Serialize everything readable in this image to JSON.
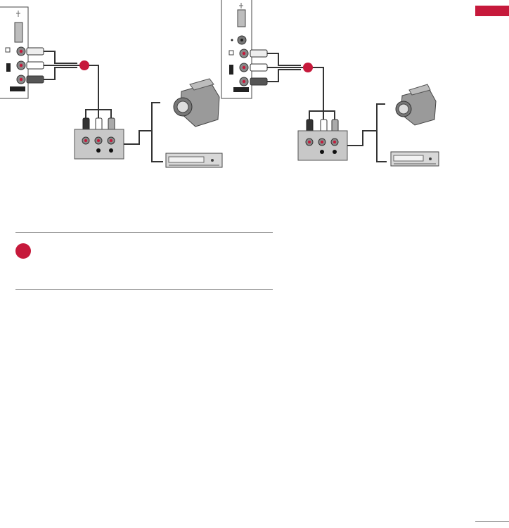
{
  "page": {
    "section_tab_color": "#c6193b",
    "accent_color": "#c6193b",
    "cable_color": "#333333",
    "panel_color": "#c8c8c8"
  },
  "diagrams": [
    {
      "tv_panel": {
        "ports": [
          "usb-port",
          "video-in-jack",
          "audio-l-jack",
          "audio-r-jack"
        ],
        "icons": [
          "usb-icon",
          "video-icon",
          "switch-icon"
        ]
      },
      "marker": "red-dot",
      "external_devices": [
        "camcorder-icon",
        "vcr-icon"
      ],
      "av_box_plugs": [
        "black-plug",
        "white-plug",
        "gray-plug"
      ]
    },
    {
      "tv_panel": {
        "ports": [
          "usb-port",
          "s-video-jack",
          "video-in-jack",
          "audio-l-jack",
          "audio-r-jack"
        ],
        "icons": [
          "usb-icon",
          "video-icon",
          "switch-icon"
        ]
      },
      "marker": "red-dot",
      "external_devices": [
        "camcorder-icon",
        "vcr-icon"
      ],
      "av_box_plugs": [
        "black-plug",
        "white-plug",
        "gray-plug"
      ]
    }
  ],
  "note": {
    "icon": "note-dot-icon"
  }
}
